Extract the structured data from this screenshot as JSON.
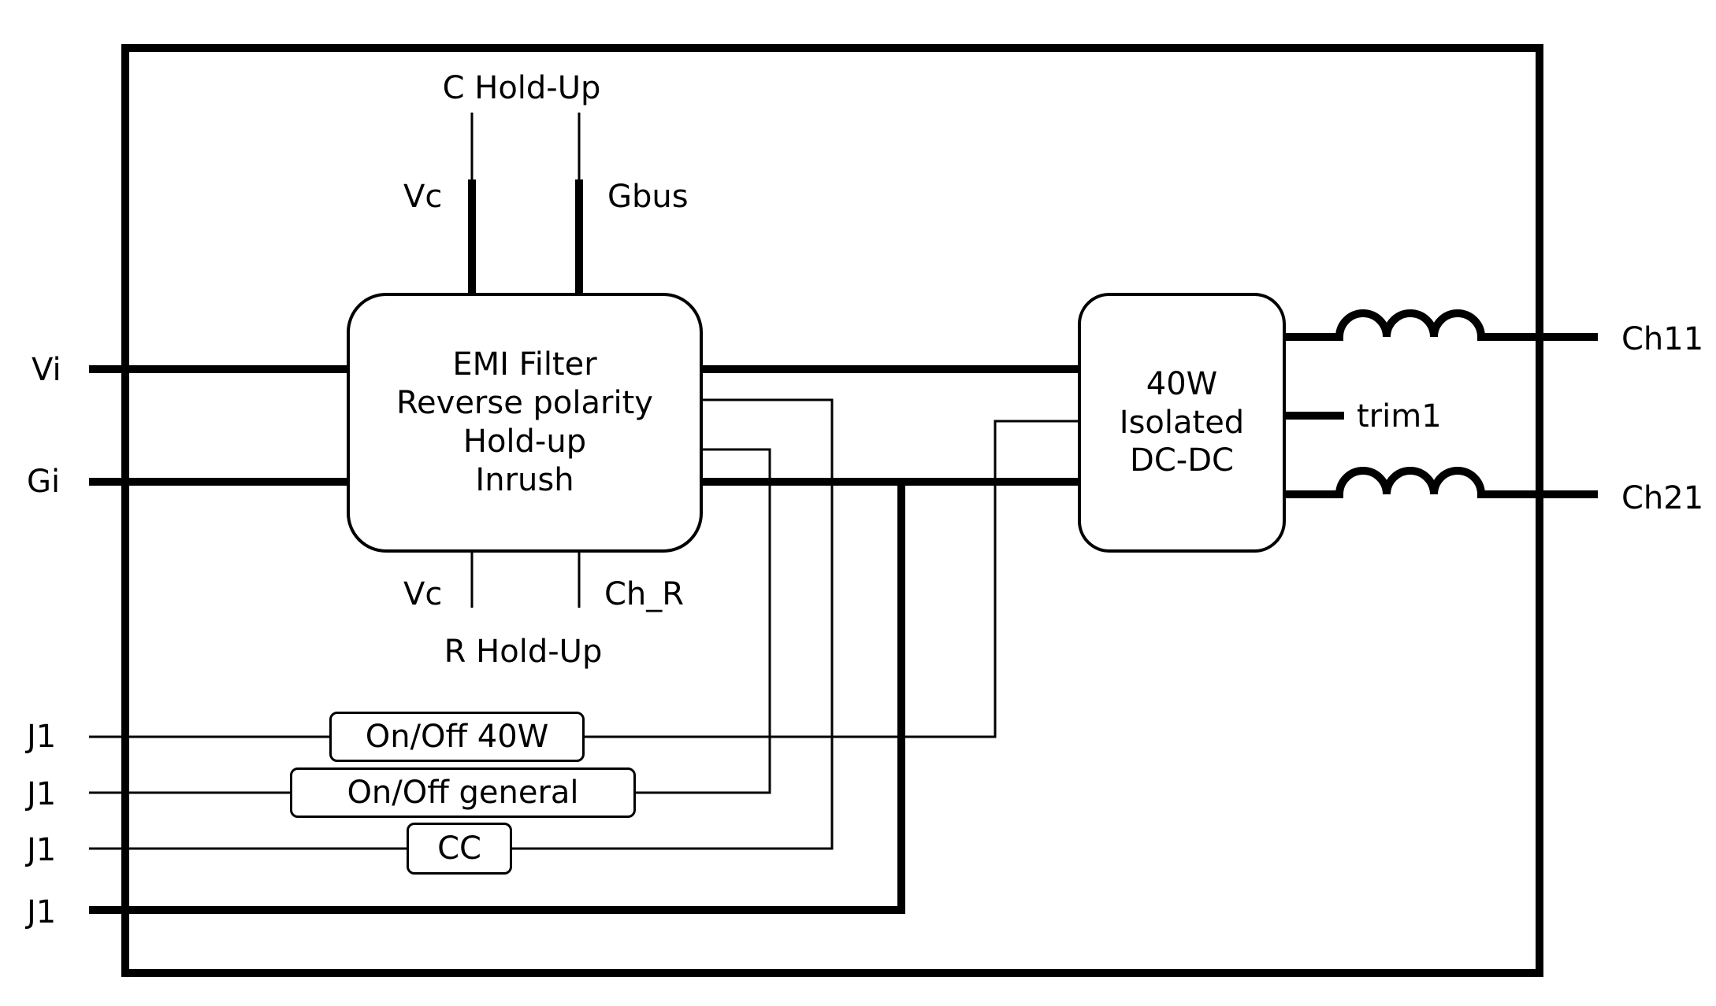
{
  "top_terminals": {
    "title": "C Hold-Up",
    "left": "Vc",
    "right": "Gbus"
  },
  "bottom_terminals": {
    "title": "R Hold-Up",
    "left": "Vc",
    "right": "Ch_R"
  },
  "inputs": {
    "vi": "Vi",
    "gi": "Gi"
  },
  "emi_block": {
    "line1": "EMI Filter",
    "line2": "Reverse polarity",
    "line3": "Hold-up",
    "line4": "Inrush"
  },
  "dcdc_block": {
    "line1": "40W",
    "line2": "Isolated",
    "line3": "DC-DC"
  },
  "outputs": {
    "ch11": "Ch11",
    "trim": "trim1",
    "ch21": "Ch21"
  },
  "j1_lines": [
    "J1",
    "J1",
    "J1",
    "J1"
  ],
  "control_boxes": {
    "onoff_40w": "On/Off 40W",
    "onoff_general": "On/Off general",
    "cc": "CC"
  }
}
